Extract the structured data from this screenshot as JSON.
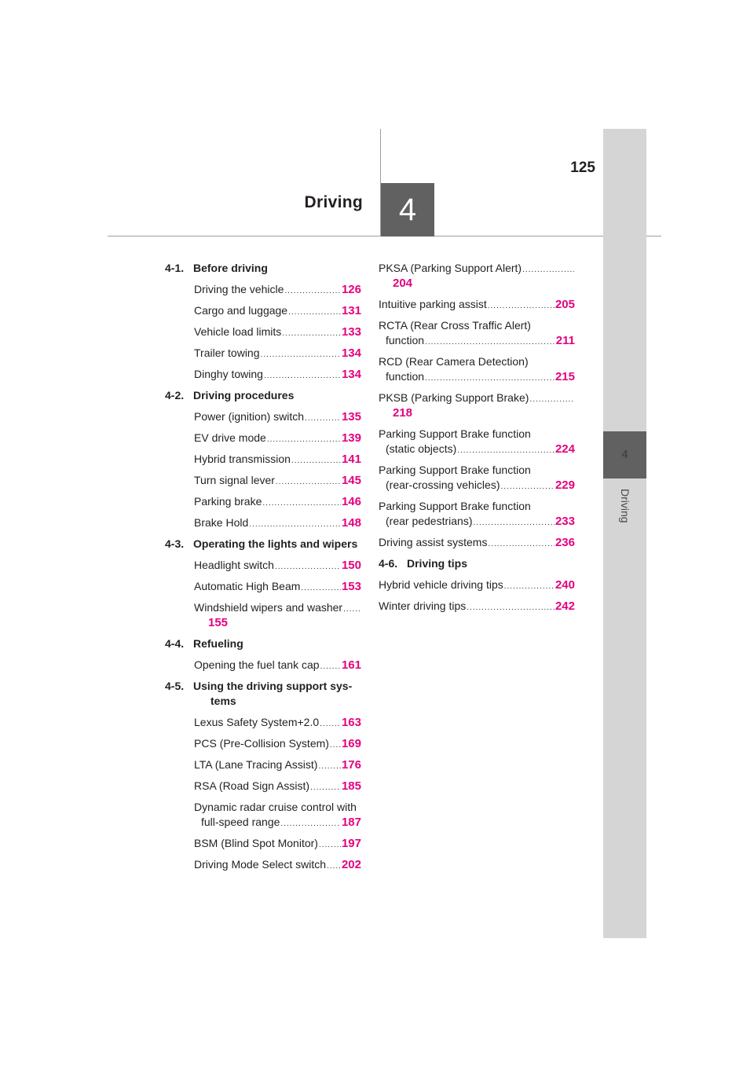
{
  "page_number": "125",
  "chapter": {
    "number": "4",
    "title": "Driving"
  },
  "side_tab": {
    "number": "4",
    "label": "Driving"
  },
  "left_column": [
    {
      "type": "section",
      "number": "4-1.",
      "title": "Before driving"
    },
    {
      "type": "item",
      "text": "Driving the vehicle",
      "page": "126"
    },
    {
      "type": "item",
      "text": "Cargo and luggage",
      "page": "131"
    },
    {
      "type": "item",
      "text": "Vehicle load limits",
      "page": "133"
    },
    {
      "type": "item",
      "text": "Trailer towing",
      "page": "134"
    },
    {
      "type": "item",
      "text": "Dinghy towing",
      "page": "134"
    },
    {
      "type": "section",
      "number": "4-2.",
      "title": "Driving procedures"
    },
    {
      "type": "item",
      "text": "Power (ignition) switch",
      "page": "135"
    },
    {
      "type": "item",
      "text": "EV drive mode",
      "page": "139"
    },
    {
      "type": "item",
      "text": "Hybrid transmission",
      "page": "141"
    },
    {
      "type": "item",
      "text": "Turn signal lever",
      "page": "145"
    },
    {
      "type": "item",
      "text": "Parking brake",
      "page": "146"
    },
    {
      "type": "item",
      "text": "Brake Hold",
      "page": "148"
    },
    {
      "type": "section",
      "number": "4-3.",
      "title": "Operating the lights and wipers"
    },
    {
      "type": "item",
      "text": "Headlight switch",
      "page": "150"
    },
    {
      "type": "item",
      "text": "Automatic High Beam",
      "page": "153"
    },
    {
      "type": "item-wrap-page",
      "text": "Windshield wipers and washer",
      "page": "155"
    },
    {
      "type": "section",
      "number": "4-4.",
      "title": "Refueling"
    },
    {
      "type": "item",
      "text": "Opening the fuel tank cap",
      "page": "161"
    },
    {
      "type": "section",
      "number": "4-5.",
      "title": "Using the driving support sys-",
      "title_cont": "tems"
    },
    {
      "type": "item",
      "text": "Lexus Safety System+2.0",
      "page": "163"
    },
    {
      "type": "item",
      "text": "PCS (Pre-Collision System)",
      "page": "169"
    },
    {
      "type": "item",
      "text": "LTA (Lane Tracing Assist)",
      "page": "176"
    },
    {
      "type": "item",
      "text": "RSA (Road Sign Assist)",
      "page": "185"
    },
    {
      "type": "item-2line",
      "line1": "Dynamic radar cruise control with",
      "line2": "full-speed range",
      "page": "187"
    },
    {
      "type": "item",
      "text": "BSM (Blind Spot Monitor)",
      "page": "197"
    },
    {
      "type": "item",
      "text": "Driving Mode Select switch",
      "page": "202"
    }
  ],
  "right_column": [
    {
      "type": "item-wrap-page",
      "text": "PKSA (Parking Support Alert)",
      "page": "204"
    },
    {
      "type": "item",
      "text": "Intuitive parking assist",
      "page": "205"
    },
    {
      "type": "item-2line",
      "line1": "RCTA (Rear Cross Traffic Alert)",
      "line2": "function",
      "page": "211"
    },
    {
      "type": "item-2line",
      "line1": "RCD (Rear Camera Detection)",
      "line2": "function",
      "page": "215"
    },
    {
      "type": "item-wrap-page",
      "text": "PKSB (Parking Support Brake)",
      "page": "218"
    },
    {
      "type": "item-2line",
      "line1": "Parking Support Brake function",
      "line2": "(static objects)",
      "page": "224"
    },
    {
      "type": "item-2line",
      "line1": "Parking Support Brake function",
      "line2": "(rear-crossing vehicles)",
      "page": "229"
    },
    {
      "type": "item-2line",
      "line1": "Parking Support Brake function",
      "line2": "(rear pedestrians)",
      "page": "233"
    },
    {
      "type": "item",
      "text": "Driving assist systems",
      "page": "236"
    },
    {
      "type": "section",
      "number": "4-6.",
      "title": "Driving tips"
    },
    {
      "type": "item",
      "text": "Hybrid vehicle driving tips",
      "page": "240"
    },
    {
      "type": "item",
      "text": "Winter driving tips",
      "page": "242"
    }
  ]
}
